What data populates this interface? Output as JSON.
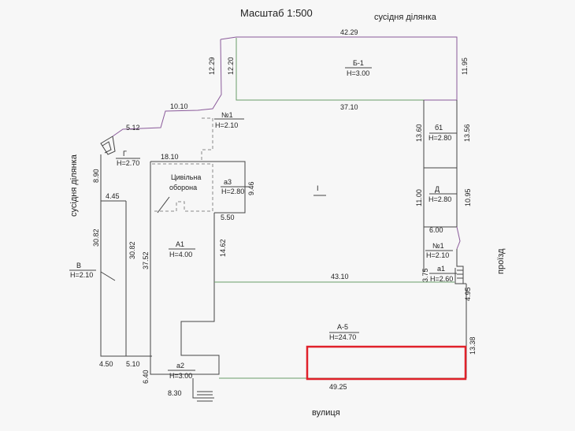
{
  "plan": {
    "title": "Масштаб  1:500",
    "neighbor_top": "сусідня ділянка",
    "neighbor_left": "сусідня ділянка",
    "street": "вулиця",
    "driveway": "проїзд",
    "center_label": "І",
    "buildings": {
      "b1": {
        "name": "Б-1",
        "height": "Н=3.00"
      },
      "b6": {
        "name": "б1",
        "height": "Н=2.80"
      },
      "d": {
        "name": "Д",
        "height": "Н=2.80"
      },
      "n1_top": {
        "name": "№1",
        "height": "Н=2.10"
      },
      "g": {
        "name": "Г",
        "height": "Н=2.70"
      },
      "civil_defense": {
        "name": "Цивільна оборона"
      },
      "a3": {
        "name": "а3",
        "height": "Н=2.80"
      },
      "a1_big": {
        "name": "А1",
        "height": "Н=4.00"
      },
      "v": {
        "name": "В",
        "height": "Н=2.10"
      },
      "n1_right": {
        "name": "№1",
        "height": "Н=2.10"
      },
      "a1_small": {
        "name": "а1",
        "height": "Н=2.60"
      },
      "a5": {
        "name": "А-5",
        "height": "Н=24.70"
      },
      "a2": {
        "name": "а2",
        "height": "Н=3.00"
      }
    },
    "dims": {
      "d_42_29": "42.29",
      "d_12_29": "12.29",
      "d_12_20": "12.20",
      "d_11_95": "11.95",
      "d_37_10": "37.10",
      "d_10_10": "10.10",
      "d_5_12": "5.12",
      "d_13_60": "13.60",
      "d_13_56": "13.56",
      "d_18_10": "18.10",
      "d_8_90": "8.90",
      "d_9_46": "9.46",
      "d_4_45": "4.45",
      "d_11_00": "11.00",
      "d_10_95": "10.95",
      "d_5_50": "5.50",
      "d_6_00": "6.00",
      "d_30_82a": "30.82",
      "d_30_82b": "30.82",
      "d_37_52": "37.52",
      "d_14_62": "14.62",
      "d_43_10": "43.10",
      "d_3_75": "3.75",
      "d_4_95": "4.95",
      "d_13_38": "13.38",
      "d_4_50": "4.50",
      "d_5_10": "5.10",
      "d_6_40": "6.40",
      "d_49_25": "49.25",
      "d_8_30": "8.30"
    }
  }
}
